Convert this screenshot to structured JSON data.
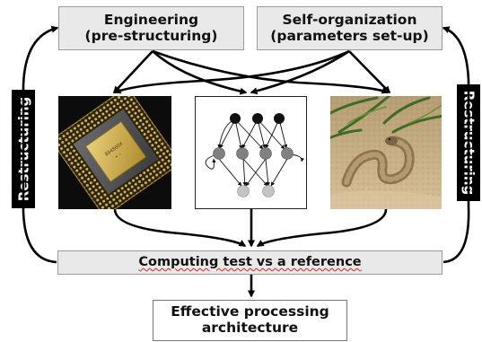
{
  "boxes": {
    "engineering": {
      "line1": "Engineering",
      "line2": "(pre-structuring)"
    },
    "self_organization": {
      "line1": "Self-organization",
      "line2": "(parameters set-up)"
    },
    "computing_test": {
      "line1": "Computing test vs a reference"
    },
    "output": {
      "line1": "Effective processing",
      "line2": "architecture"
    }
  },
  "side_labels": {
    "left": "Restructuring",
    "right": "Restructuring"
  },
  "chip": {
    "die_text": "80486DX"
  },
  "colors": {
    "box_fill": "#e9e9e9",
    "box_border": "#9a9a9a",
    "label_fill": "#000000",
    "arrow": "#000000",
    "input_neuron": "#111111",
    "hidden_neuron": "#808080",
    "output_neuron": "#c4c4c4"
  }
}
